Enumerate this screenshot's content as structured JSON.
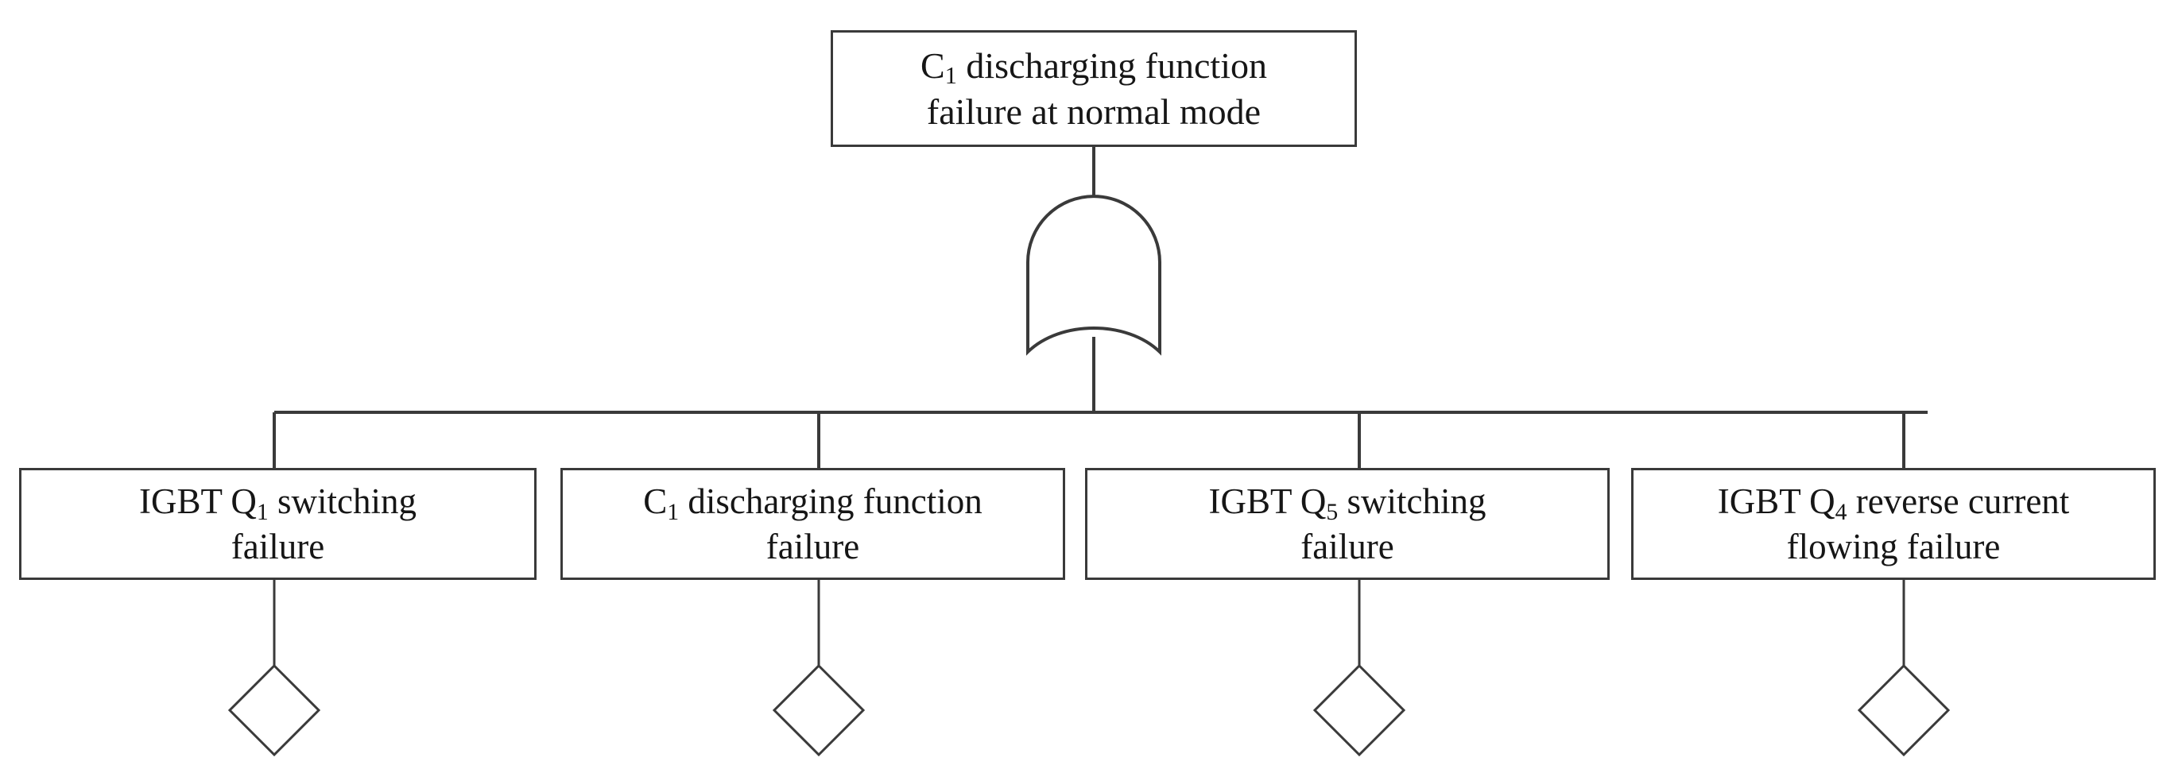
{
  "diagram": {
    "title": "Fault tree for C1 discharging function failure at normal mode",
    "type": "fault-tree",
    "line_color": "#3a3a3a",
    "text_color": "#161616",
    "background": "#ffffff"
  },
  "top_event": {
    "id": "top-event",
    "line1_prefix": "C",
    "line1_sub": "1",
    "line1_suffix": " discharging function",
    "line2": "failure at normal mode",
    "plain_text": "C1 discharging function failure at normal mode"
  },
  "gate": {
    "id": "or-gate",
    "type": "OR",
    "label": "OR gate"
  },
  "children": [
    {
      "id": "event-igbt-q1",
      "line1_prefix": "IGBT Q",
      "line1_sub": "1",
      "line1_suffix": " switching",
      "line2": "failure",
      "plain_text": "IGBT Q1 switching failure",
      "symbol": "diamond",
      "symbol_label": "undeveloped-event"
    },
    {
      "id": "event-c1-discharging",
      "line1_prefix": "C",
      "line1_sub": "1",
      "line1_suffix": " discharging function",
      "line2": "failure",
      "plain_text": "C1 discharging function failure",
      "symbol": "diamond",
      "symbol_label": "undeveloped-event"
    },
    {
      "id": "event-igbt-q5",
      "line1_prefix": "IGBT Q",
      "line1_sub": "5",
      "line1_suffix": " switching",
      "line2": "failure",
      "plain_text": "IGBT Q5 switching failure",
      "symbol": "diamond",
      "symbol_label": "undeveloped-event"
    },
    {
      "id": "event-igbt-q4",
      "line1_prefix": "IGBT Q",
      "line1_sub": "4",
      "line1_suffix": " reverse current",
      "line2": "flowing failure",
      "plain_text": "IGBT Q4 reverse current flowing failure",
      "symbol": "diamond",
      "symbol_label": "undeveloped-event"
    }
  ]
}
